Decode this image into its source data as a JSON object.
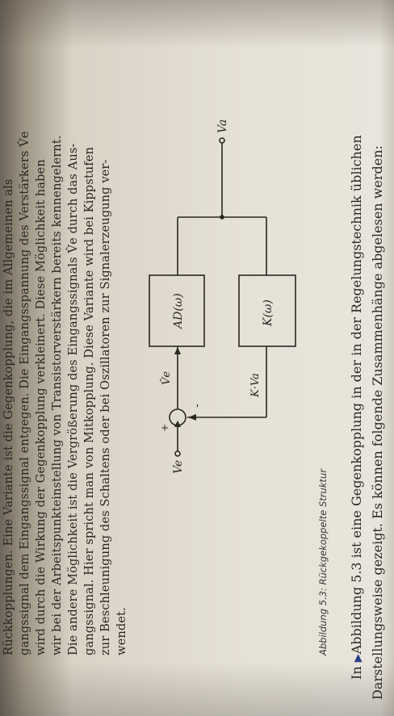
{
  "paragraph1": {
    "lines": [
      "Rückkopplungen. Eine Variante ist die Gegenkopplung, die im Allgemeinen als",
      "gangssignal dem Eingangssignal entgegen. Die Eingangsspannung des Verstärkers V̂e",
      "wird durch die Wirkung der Gegenkopplung verkleinert. Diese Möglichkeit haben",
      "wir bei der Arbeitspunkteinstellung von Transistorverstärkern bereits kennengelernt.",
      "Die andere Möglichkeit ist die Vergrößerung des Eingangssignals V̂e durch das Aus-",
      "gangssignal. Hier spricht man von Mitkopplung. Diese Variante wird bei Kippstufen",
      "zur Beschleunigung des Schaltens oder bei Oszillatoren zur Signalerzeugung ver-",
      "wendet."
    ]
  },
  "diagram": {
    "input_label": "Ve",
    "plus_sign": "+",
    "minus_sign": "-",
    "error_signal_label": "V̂e",
    "forward_block_label": "AD(ω)",
    "feedback_signal_label": "K·Va",
    "feedback_block_label": "K(ω)",
    "output_label": "Va"
  },
  "caption": "Abbildung 5.3: Rückgekoppelte Struktur",
  "paragraph2": {
    "reference_marker": "▶",
    "line1_prefix": "In ",
    "line1_rest": "Abbildung 5.3 ist eine Gegenkopplung in der in der Regelungstechnik üblichen",
    "line2": "Darstellungsweise gezeigt. Es können folgende Zusammenhänge abgelesen werden:"
  },
  "colors": {
    "text": "#2b2622",
    "link_marker": "#2c3f8a",
    "paper": "#e6e1d6"
  }
}
